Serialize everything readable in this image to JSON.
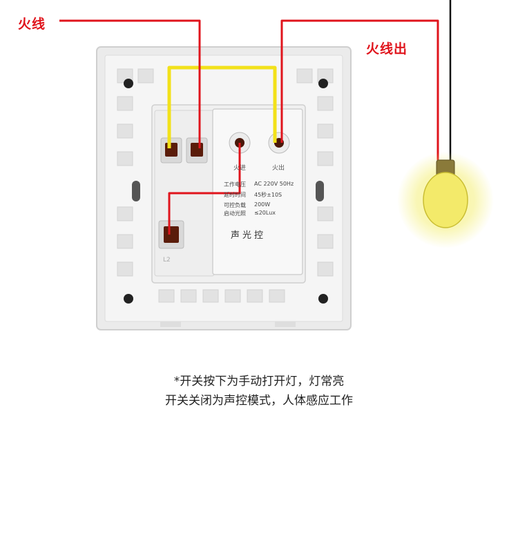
{
  "labels": {
    "live_in": "火线",
    "live_out": "火线出"
  },
  "terminals": {
    "in_label": "火进",
    "out_label": "火出",
    "l2_label": "L2"
  },
  "specs": [
    {
      "name": "工作电压",
      "value": "AC 220V 50Hz"
    },
    {
      "name": "延时时间",
      "value": "45秒±10S"
    },
    {
      "name": "可控负载",
      "value": "200W"
    },
    {
      "name": "启动光照",
      "value": "≤20Lux"
    }
  ],
  "module_title": "声光控",
  "caption": {
    "line1": "*开关按下为手动打开灯，灯常亮",
    "line2": "开关关闭为声控模式，人体感应工作"
  },
  "colors": {
    "live_wire": "#e0141c",
    "bridge_wire": "#f2e11a",
    "lamp_wire": "#111111",
    "bulb_glow": "#f4ef7a",
    "panel": "#f3f3f3"
  }
}
